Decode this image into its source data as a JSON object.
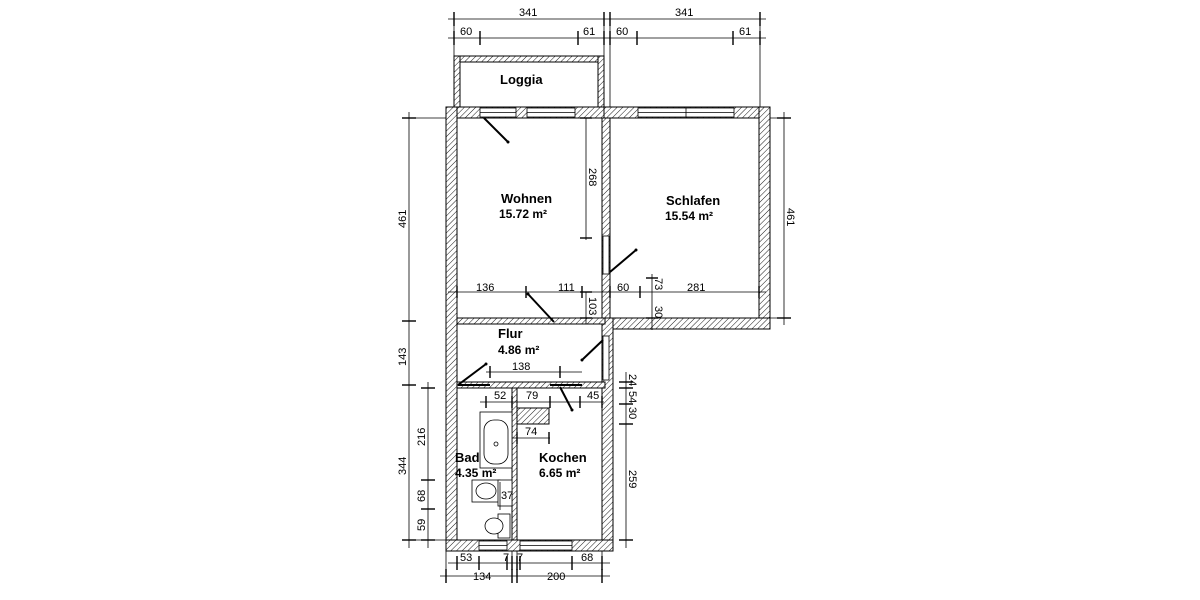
{
  "rooms": {
    "loggia": {
      "name": "Loggia"
    },
    "wohnen": {
      "name": "Wohnen",
      "area": "15.72 m²"
    },
    "schlafen": {
      "name": "Schlafen",
      "area": "15.54 m²"
    },
    "flur": {
      "name": "Flur",
      "area": "4.86 m²"
    },
    "bad": {
      "name": "Bad",
      "area": "4.35 m²"
    },
    "kochen": {
      "name": "Kochen",
      "area": "6.65 m²"
    }
  },
  "dimensions": {
    "top_left_total": "341",
    "top_right_total": "341",
    "top_left_a": "60",
    "top_left_b": "61",
    "top_right_a": "60",
    "top_right_b": "61",
    "left_461": "461",
    "left_143": "143",
    "left_344": "344",
    "left_216": "216",
    "left_68": "68",
    "left_59": "59",
    "right_461": "461",
    "right_24": "24",
    "right_54": "54",
    "right_30": "30",
    "right_259": "259",
    "inner_268": "268",
    "inner_136": "136",
    "inner_111": "111",
    "inner_103": "103",
    "inner_60": "60",
    "inner_73": "73",
    "inner_281": "281",
    "inner_30": "30",
    "inner_138": "138",
    "inner_52": "52",
    "inner_79": "79",
    "inner_45": "45",
    "inner_74": "74",
    "inner_37": "37",
    "bottom_53": "53",
    "bottom_7a": "7",
    "bottom_7b": "7",
    "bottom_68": "68",
    "bottom_134": "134",
    "bottom_200": "200"
  }
}
